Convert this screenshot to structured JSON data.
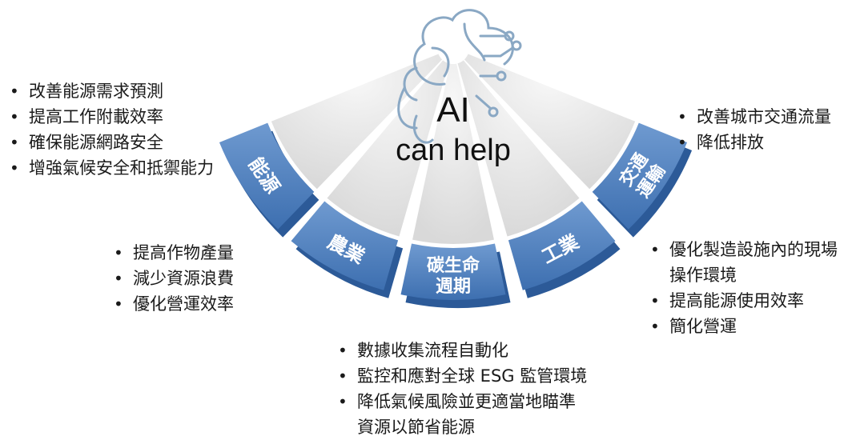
{
  "center": {
    "title": "AI",
    "subtitle": "can help"
  },
  "segments": [
    {
      "id": "energy",
      "label_lines": [
        "能源"
      ]
    },
    {
      "id": "agri",
      "label_lines": [
        "農業"
      ]
    },
    {
      "id": "carbon",
      "label_lines": [
        "碳生命",
        "週期"
      ]
    },
    {
      "id": "industry",
      "label_lines": [
        "工業"
      ]
    },
    {
      "id": "transport",
      "label_lines": [
        "交通",
        "運輸"
      ]
    }
  ],
  "lists": {
    "energy": [
      "改善能源需求預測",
      "提高工作附載效率",
      "確保能源網路安全",
      "增強氣候安全和抵禦能力"
    ],
    "agri": [
      "提高作物產量",
      "減少資源浪費",
      "優化營運效率"
    ],
    "carbon": [
      "數據收集流程自動化",
      "監控和應對全球 ESG 監管環境",
      "降低氣候風險並更適當地瞄準",
      "資源以節省能源"
    ],
    "industry": [
      "優化製造設施內的現場",
      "操作環境",
      "提高能源使用效率",
      "簡化營運"
    ],
    "transport": [
      "改善城市交通流量",
      "降低排放"
    ]
  },
  "colors": {
    "segment_blue": "#4a7ec0",
    "segment_dark": "#2c5a98",
    "inner_gray": "#e6e6e6",
    "brain_icon": "#8aa8c4"
  }
}
